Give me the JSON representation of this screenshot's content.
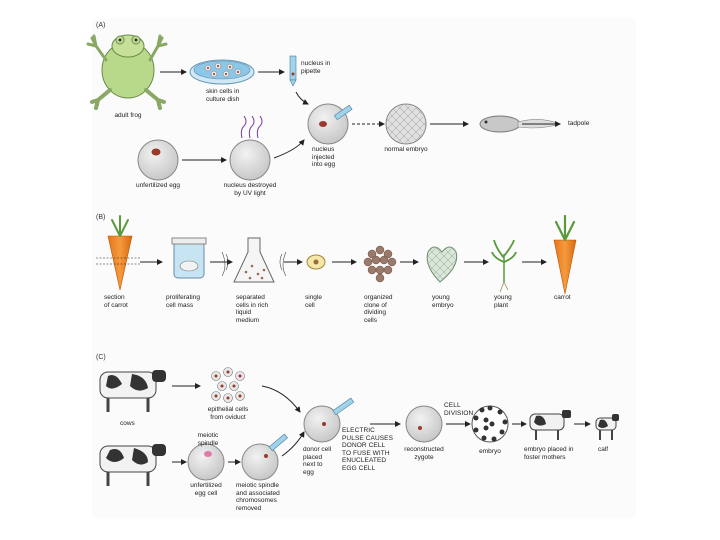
{
  "panels": {
    "a": {
      "letter": "(A)",
      "labels": {
        "adult_frog": "adult frog",
        "skin_cells": "skin cells in\nculture dish",
        "nucleus_pipette": "nucleus in\npipette",
        "nucleus_injected": "nucleus\ninjected\ninto egg",
        "normal_embryo": "normal embryo",
        "tadpole": "tadpole",
        "unfertilized_egg": "unfertilized egg",
        "nucleus_destroyed": "nucleus destroyed\nby UV light"
      }
    },
    "b": {
      "letter": "(B)",
      "labels": {
        "section_carrot": "section\nof carrot",
        "proliferating": "proliferating\ncell mass",
        "separated": "separated\ncells in rich\nliquid\nmedium",
        "single_cell": "single\ncell",
        "organized_clone": "organized\nclone of\ndividing\ncells",
        "young_embryo": "young\nembryo",
        "young_plant": "young\nplant",
        "carrot": "carrot"
      }
    },
    "c": {
      "letter": "(C)",
      "labels": {
        "cows": "cows",
        "epithelial": "epithelial cells\nfrom oviduct",
        "meiotic_spindle": "meiotic\nspindle",
        "unfertilized_egg_cell": "unfertilized\negg cell",
        "spindle_removed": "meiotic spindle\nand associated\nchromosomes\nremoved",
        "donor_cell": "donor cell\nplaced\nnext to\negg",
        "electric_pulse": "ELECTRIC\nPULSE CAUSES\nDONOR CELL\nTO FUSE WITH\nENUCLEATED\nEGG CELL",
        "reconstructed": "reconstructed\nzygote",
        "cell_division": "CELL\nDIVISION",
        "embryo": "embryo",
        "foster": "embryo placed in\nfoster mothers",
        "calf": "calf"
      }
    }
  },
  "colors": {
    "frog": "#b9d98a",
    "carrot": "#f08a2a",
    "carrot_leaf": "#5a9a3a",
    "cell_gray": "#dcdcdc",
    "nucleus": "#9a3a2a",
    "pipette": "#9fd3ea",
    "uv": "#7a3a9a",
    "culture": "#8cc7e8"
  }
}
